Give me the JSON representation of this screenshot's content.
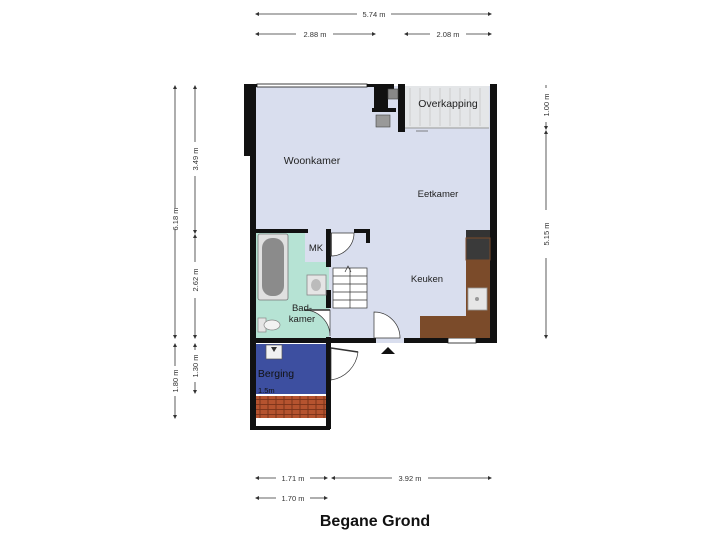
{
  "plan": {
    "title": "Begane Grond",
    "rooms": {
      "woonkamer": "Woonkamer",
      "eetkamer": "Eetkamer",
      "keuken": "Keuken",
      "badkamer_1": "Bad-",
      "badkamer_2": "kamer",
      "berging": "Berging",
      "mk": "MK",
      "overkapping": "Overkapping"
    },
    "notes": {
      "berging_height": "1.5m"
    },
    "dimensions": {
      "top_total": "5.74 m",
      "top_left": "2.88 m",
      "top_right": "2.08 m",
      "left_outer": "6.18 m",
      "left_upper": "3.49 m",
      "left_middle": "2.62 m",
      "left_lower_outer": "1.80 m",
      "left_lower_inner": "1.30 m",
      "right_upper": "1.00 m",
      "right_lower": "5.15 m",
      "bottom_left": "1.71 m",
      "bottom_right": "3.92 m",
      "bottom_under": "1.70 m"
    },
    "colors": {
      "living": "#d9deee",
      "bathroom": "#b6e3d4",
      "storage": "#3d4fa0",
      "kitchen_counter": "#7b4b2a",
      "roof_tiles": "#b5532f",
      "wall": "#111111",
      "canopy": "#e4e6e8"
    }
  }
}
